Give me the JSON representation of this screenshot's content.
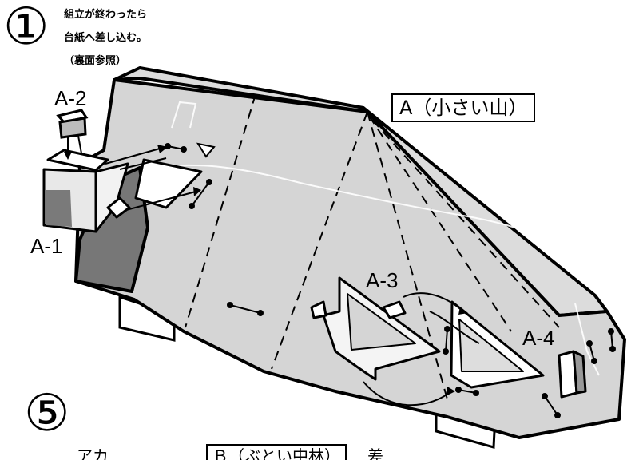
{
  "step_top": {
    "number": "①",
    "note_lines": [
      "組立が終わったら",
      "台紙へ差し込む。",
      "（裏面参照）"
    ]
  },
  "step_bottom": {
    "number": "⑤"
  },
  "title_label": "A（小さい山）",
  "parts": {
    "a1": "A-1",
    "a2": "A-2",
    "a3": "A-3",
    "a4": "A-4"
  },
  "bottom_cut": {
    "left_text": "アカ",
    "box_text": "Ｂ（ぶとい中林）",
    "right_text": "差"
  },
  "colors": {
    "face_light": "#d9d9d9",
    "face_dark": "#777777",
    "outline": "#000000"
  }
}
